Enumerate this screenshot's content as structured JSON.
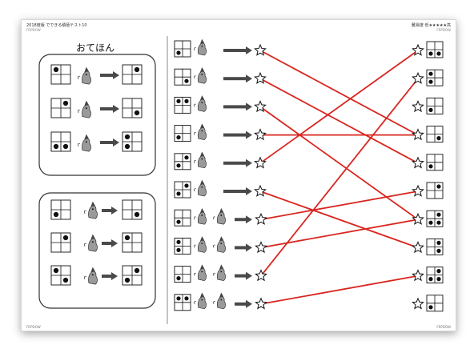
{
  "header": {
    "left": "2018度版 でできる積極テスト10",
    "difficulty_label": "難易度",
    "low": "低",
    "stars": "★★★★★",
    "high": "高",
    "brand_left": "FRPDOW",
    "brand_right": "FRPDOW"
  },
  "example": {
    "title": "おてほん",
    "top_rows": [
      {
        "in": [
          1,
          0,
          0,
          0
        ],
        "out": [
          0,
          1,
          0,
          0
        ]
      },
      {
        "in": [
          0,
          1,
          0,
          0
        ],
        "out": [
          0,
          0,
          0,
          1
        ]
      },
      {
        "in": [
          0,
          0,
          1,
          1
        ],
        "out": [
          1,
          0,
          1,
          0
        ]
      }
    ],
    "bottom_rows": [
      {
        "in": [
          0,
          0,
          1,
          0
        ],
        "out": [
          0,
          0,
          0,
          1
        ]
      },
      {
        "in": [
          0,
          1,
          0,
          0
        ],
        "out": [
          1,
          0,
          0,
          0
        ]
      },
      {
        "in": [
          1,
          0,
          0,
          1
        ],
        "out": [
          0,
          1,
          1,
          0
        ]
      }
    ]
  },
  "left_items": [
    {
      "cells": [
        0,
        0,
        1,
        0
      ],
      "creatures": 1
    },
    {
      "cells": [
        0,
        0,
        0,
        1
      ],
      "creatures": 1
    },
    {
      "cells": [
        1,
        1,
        0,
        0
      ],
      "creatures": 1
    },
    {
      "cells": [
        0,
        0,
        1,
        0
      ],
      "creatures": 1
    },
    {
      "cells": [
        0,
        1,
        1,
        0
      ],
      "creatures": 1
    },
    {
      "cells": [
        0,
        1,
        1,
        0
      ],
      "creatures": 1
    },
    {
      "cells": [
        0,
        0,
        1,
        0
      ],
      "creatures": 2
    },
    {
      "cells": [
        1,
        0,
        1,
        0
      ],
      "creatures": 2
    },
    {
      "cells": [
        0,
        0,
        1,
        0
      ],
      "creatures": 2
    },
    {
      "cells": [
        1,
        1,
        0,
        0
      ],
      "creatures": 2
    }
  ],
  "right_items": [
    {
      "cells": [
        0,
        0,
        1,
        1
      ]
    },
    {
      "cells": [
        1,
        0,
        1,
        0
      ]
    },
    {
      "cells": [
        0,
        0,
        1,
        0
      ]
    },
    {
      "cells": [
        0,
        0,
        0,
        1
      ]
    },
    {
      "cells": [
        0,
        0,
        1,
        0
      ]
    },
    {
      "cells": [
        0,
        1,
        0,
        0
      ]
    },
    {
      "cells": [
        0,
        1,
        1,
        1
      ]
    },
    {
      "cells": [
        0,
        1,
        0,
        1
      ]
    },
    {
      "cells": [
        0,
        1,
        1,
        1
      ]
    },
    {
      "cells": [
        0,
        0,
        1,
        0
      ]
    }
  ],
  "connections": [
    [
      0,
      3
    ],
    [
      1,
      4
    ],
    [
      2,
      6
    ],
    [
      3,
      3
    ],
    [
      4,
      0
    ],
    [
      5,
      7
    ],
    [
      6,
      5
    ],
    [
      7,
      6
    ],
    [
      8,
      1
    ],
    [
      9,
      8
    ]
  ],
  "colors": {
    "line": "#d8261f",
    "ink": "#111111",
    "arrow": "#4a4a4a"
  }
}
